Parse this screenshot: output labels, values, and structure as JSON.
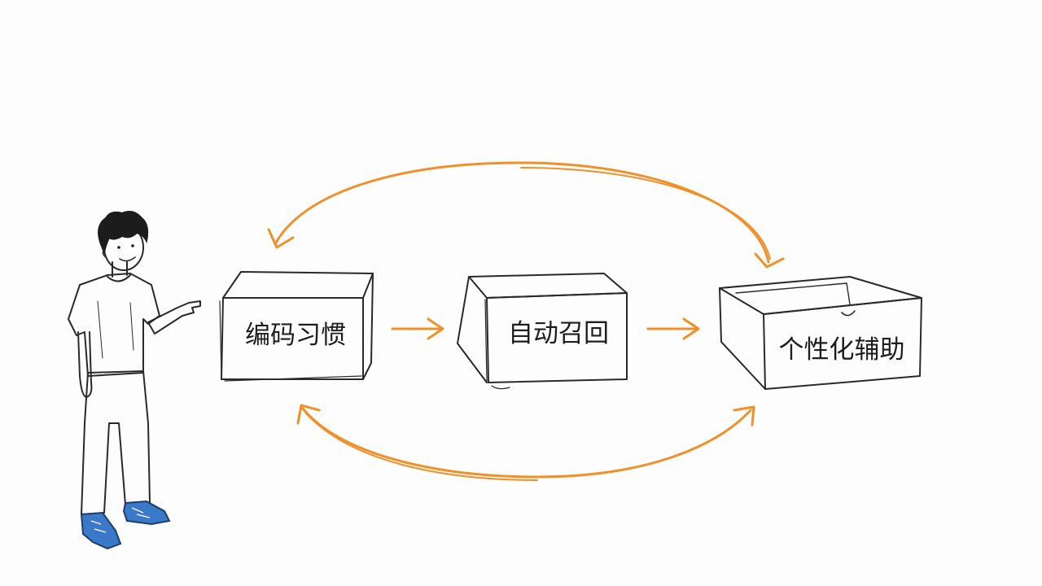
{
  "diagram": {
    "nodes": [
      {
        "id": "habit",
        "label": "编码习惯"
      },
      {
        "id": "recall",
        "label": "自动召回"
      },
      {
        "id": "assist",
        "label": "个性化辅助"
      }
    ],
    "edges": [
      {
        "from": "habit",
        "to": "recall"
      },
      {
        "from": "recall",
        "to": "assist"
      },
      {
        "from": "assist",
        "to": "habit"
      },
      {
        "from": "habit",
        "to": "assist"
      }
    ]
  },
  "colors": {
    "arrow": "#f0902a",
    "ink": "#2a2a2a",
    "shirt": "#ffffff",
    "pants": "#6e6e6e",
    "shoes": "#3a78c8",
    "skin": "#ffffff"
  },
  "icons": {
    "person": "person-pointing-illustration",
    "box_closed": "closed-box-icon",
    "box_open": "open-drawer-icon"
  }
}
